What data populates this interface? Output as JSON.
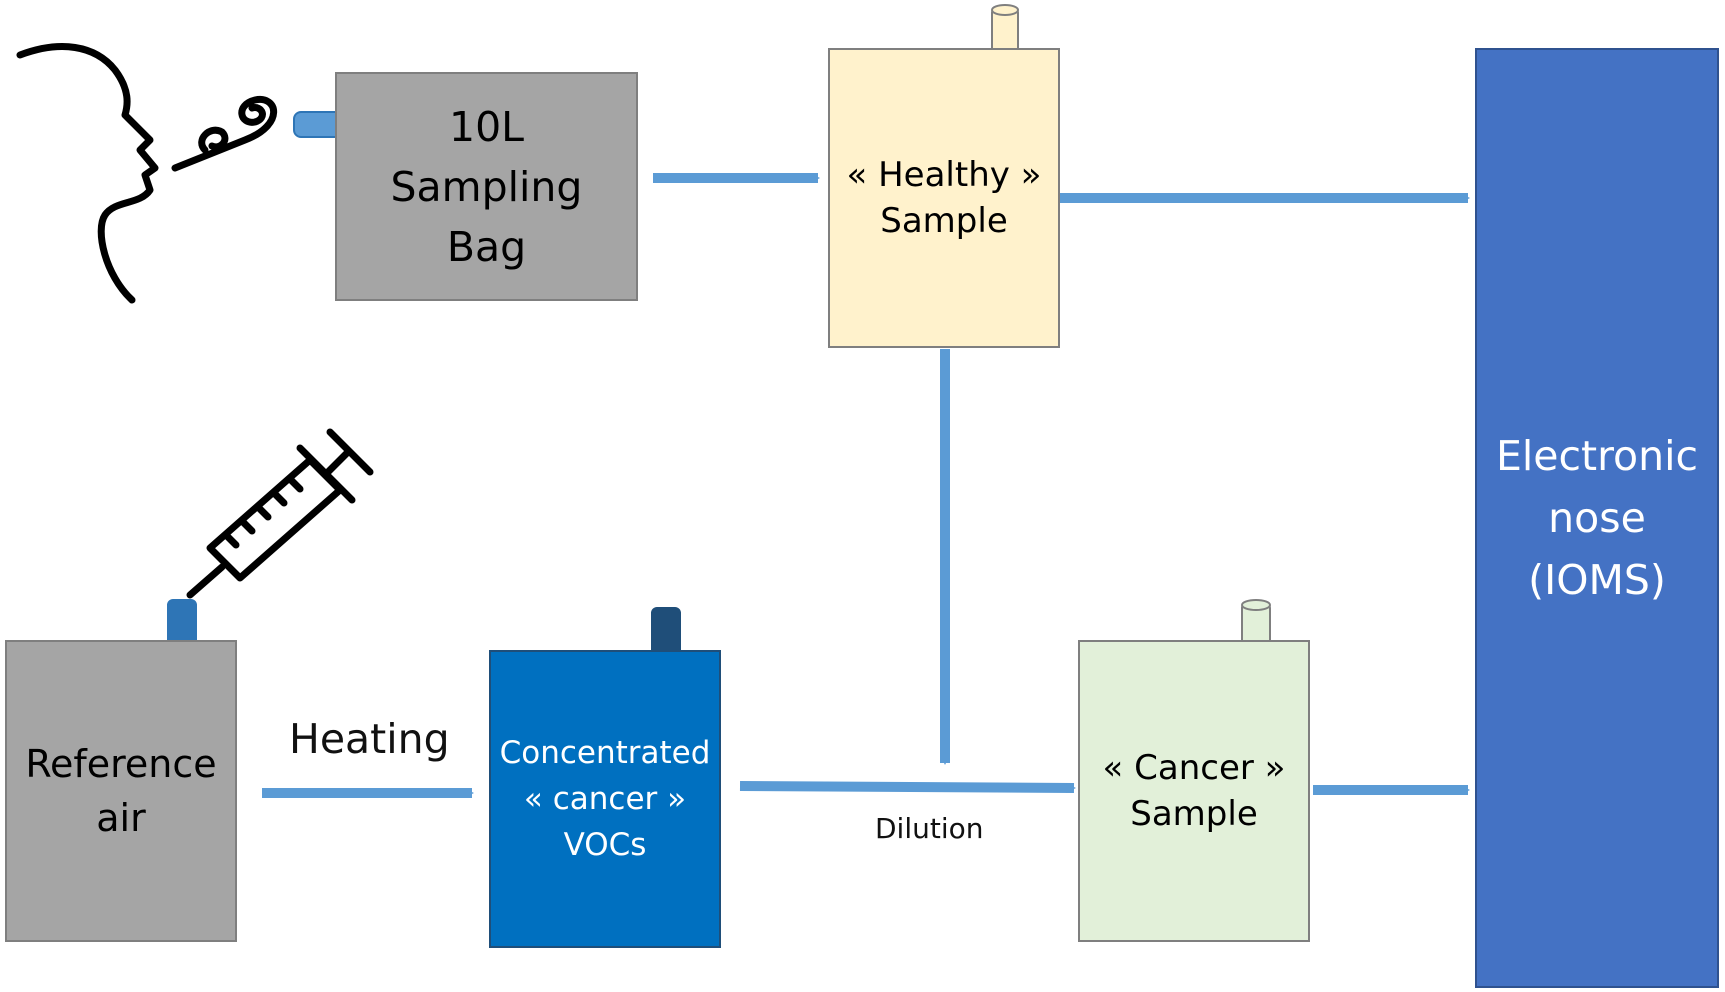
{
  "nodes": {
    "sampling_bag": {
      "lines": [
        "10L",
        "Sampling",
        "Bag"
      ]
    },
    "healthy_sample": {
      "lines": [
        "« Healthy »",
        "Sample"
      ]
    },
    "electronic_nose": {
      "lines": [
        "Electronic",
        "nose",
        "(IOMS)"
      ]
    },
    "reference_air": {
      "lines": [
        "Reference",
        "air"
      ]
    },
    "concentrated_vocs": {
      "lines": [
        "Concentrated",
        "« cancer »",
        "VOCs"
      ]
    },
    "cancer_sample": {
      "lines": [
        "« Cancer »",
        "Sample"
      ]
    }
  },
  "edge_labels": {
    "heating": "Heating",
    "dilution": "Dilution"
  },
  "colors": {
    "arrow": "#5b9bd5",
    "grey_box": "#a5a5a5",
    "healthy_fill": "#fff2cc",
    "cancer_fill": "#e2f0d9",
    "concentrated_fill": "#0070c0",
    "nose_fill": "#4472c4",
    "cap_blue": "#2e75b6",
    "cap_dark": "#1f4e79"
  },
  "icons": [
    "face-breath-icon",
    "syringe-icon"
  ]
}
